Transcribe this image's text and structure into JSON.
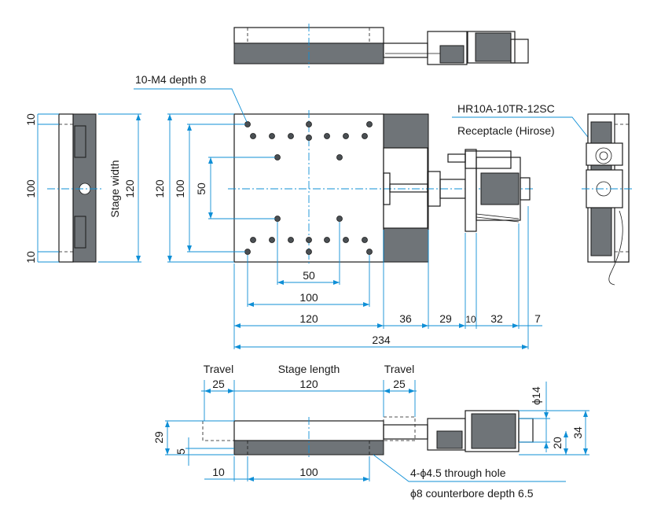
{
  "colors": {
    "dimension": "#0f8fd6",
    "outline": "#1a1a1a",
    "body": "#6f7478"
  },
  "labels": {
    "tap_note": "10-M4 depth 8",
    "connector_part": "HR10A-10TR-12SC",
    "connector_desc": "Receptacle (Hirose)",
    "stage_width": "Stage width",
    "travel_left": "Travel",
    "stage_length": "Stage length",
    "travel_right": "Travel",
    "through_hole": "4-ϕ4.5 through hole",
    "counterbore": "ϕ8 counterbore depth 6.5"
  },
  "dims": {
    "side_top": "10",
    "side_mid": "100",
    "side_bot": "10",
    "side_width": "120",
    "plan_120": "120",
    "plan_100": "100",
    "plan_50": "50",
    "bottom_50": "50",
    "bottom_100": "100",
    "row_120": "120",
    "row_36": "36",
    "row_29": "29",
    "row_10": "10",
    "row_32": "32",
    "row_7": "7",
    "total_234": "234",
    "travel_left_25": "25",
    "stage_len_120": "120",
    "travel_right_25": "25",
    "front_29": "29",
    "front_5": "5",
    "front_10": "10",
    "front_100": "100",
    "phi14": "ϕ14",
    "front_20": "20",
    "front_34": "34"
  }
}
